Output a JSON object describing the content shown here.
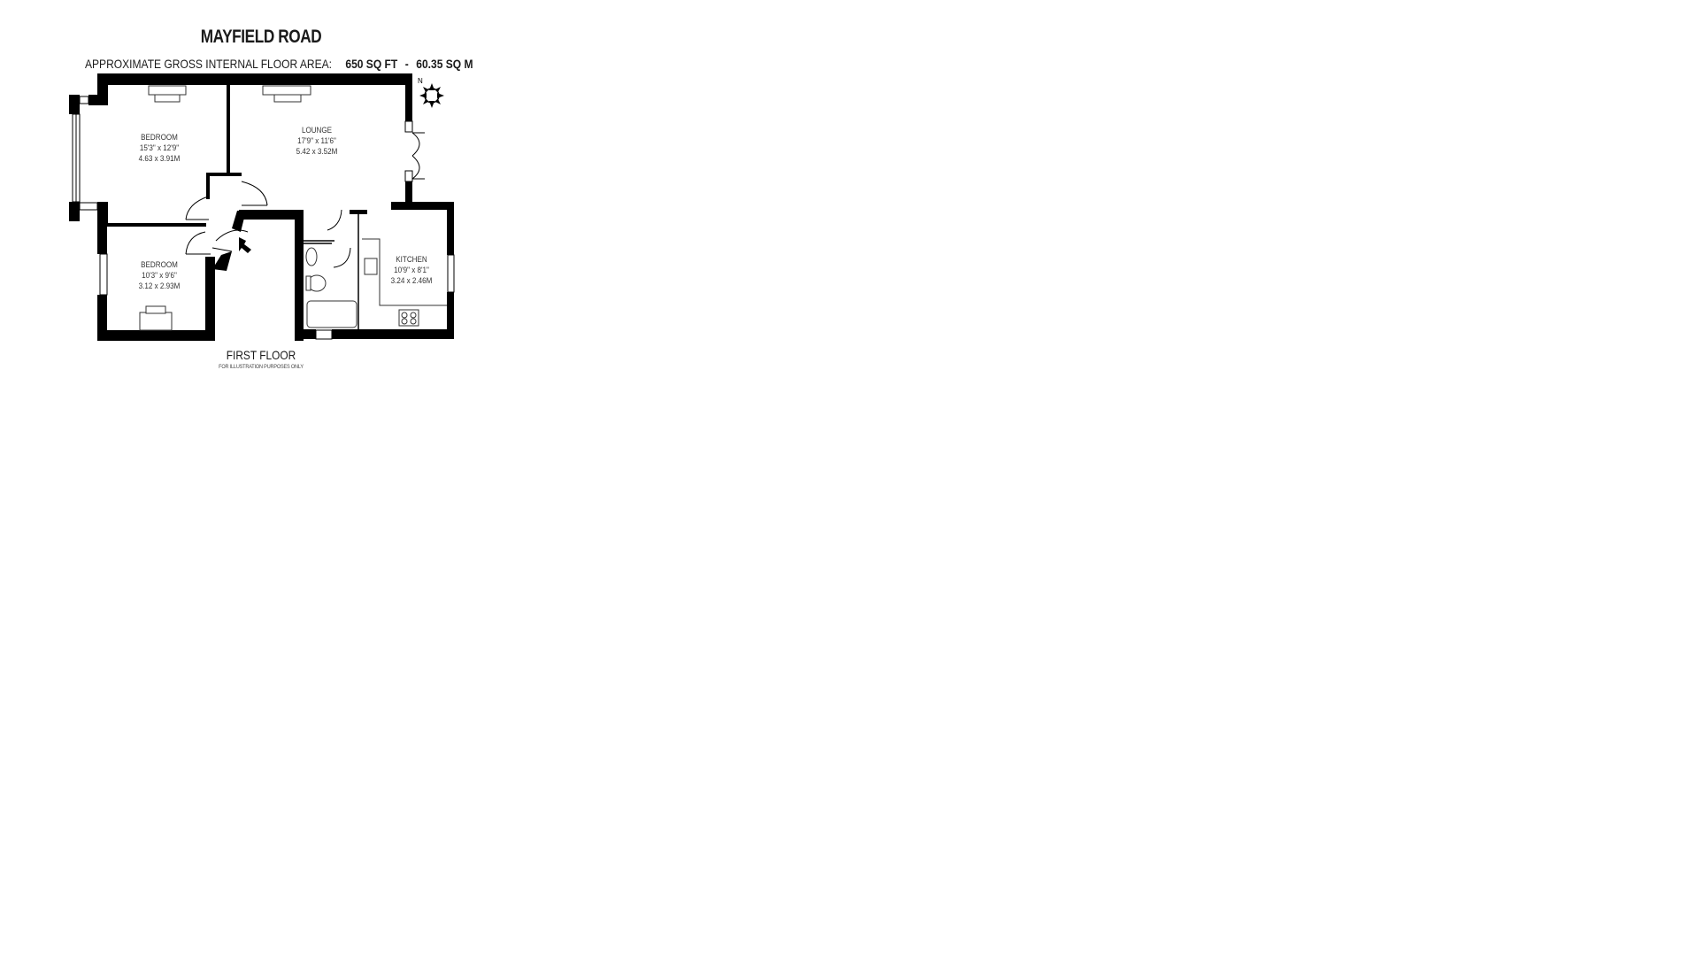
{
  "header": {
    "title": "MAYFIELD ROAD",
    "area_label": "APPROXIMATE GROSS INTERNAL FLOOR AREA:",
    "area_sqft": "650 SQ FT",
    "separator": "-",
    "area_sqm": "60.35 SQ M"
  },
  "rooms": [
    {
      "name": "BEDROOM",
      "imperial": "15'3\" x 12'9\"",
      "metric": "4.63 x 3.91M"
    },
    {
      "name": "LOUNGE",
      "imperial": "17'9\" x 11'6\"",
      "metric": "5.42 x 3.52M"
    },
    {
      "name": "BEDROOM",
      "imperial": "10'3\" x 9'6\"",
      "metric": "3.12 x 2.93M"
    },
    {
      "name": "KITCHEN",
      "imperial": "10'9\" x 8'1\"",
      "metric": "3.24 x 2.46M"
    }
  ],
  "footer": {
    "floor": "FIRST FLOOR",
    "disclaimer": "FOR ILLUSTRATION PURPOSES ONLY"
  },
  "icons": {
    "compass": "compass-rose-icon",
    "entrance": "entrance-arrow-icon"
  },
  "colors": {
    "wall": "#000000",
    "line": "#333333",
    "background": "#ffffff"
  }
}
